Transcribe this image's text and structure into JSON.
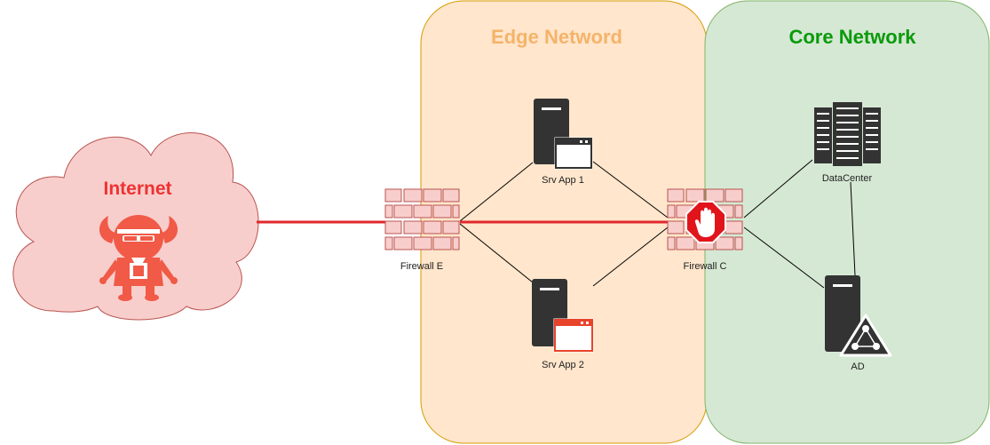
{
  "zones": {
    "edge": {
      "title": "Edge Netword",
      "fill": "#ffe6cc",
      "stroke": "#d79b00",
      "title_color": "#f5b36a"
    },
    "core": {
      "title": "Core Network",
      "fill": "#d5e8d4",
      "stroke": "#82b366",
      "title_color": "#0a9a0a"
    }
  },
  "internet": {
    "title": "Internet",
    "fill": "#f8cecc",
    "stroke": "#b85450",
    "title_color": "#ee3333",
    "icon": "hacker-devil-icon",
    "icon_color": "#f05a47"
  },
  "nodes": {
    "firewall_e": {
      "label": "Firewall E",
      "icon": "brick-firewall-icon"
    },
    "firewall_c": {
      "label": "Firewall C",
      "icon": "brick-firewall-icon",
      "badge": "stop-hand-icon"
    },
    "srv_app_1": {
      "label": "Srv App 1",
      "icon": "server-app-icon"
    },
    "srv_app_2": {
      "label": "Srv App 2",
      "icon": "server-app-icon",
      "accent": "#e8432b"
    },
    "datacenter": {
      "label": "DataCenter",
      "icon": "datacenter-icon"
    },
    "ad": {
      "label": "AD",
      "icon": "directory-server-icon"
    }
  },
  "colors": {
    "attack_line": "#e0282d",
    "link_line": "#000000",
    "firewall_fill": "#f8cecc",
    "firewall_stroke": "#b85450",
    "stop_red": "#e2141b",
    "server_dark": "#333333"
  }
}
